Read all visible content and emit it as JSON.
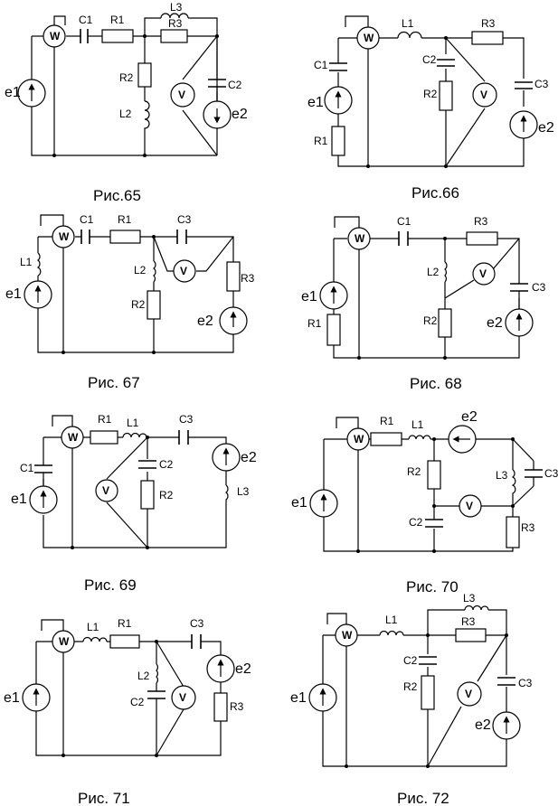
{
  "figures": [
    {
      "caption": "Рис.65",
      "labels": {
        "C1": "C1",
        "R1": "R1",
        "L3": "L3",
        "R3": "R3",
        "R2": "R2",
        "L2": "L2",
        "C2": "C2",
        "e1": "e1",
        "e2": "e2",
        "W": "W",
        "V": "V"
      }
    },
    {
      "caption": "Рис.66",
      "labels": {
        "C1": "C1",
        "L1": "L1",
        "R3": "R3",
        "C2": "C2",
        "R2": "R2",
        "C3": "C3",
        "R1": "R1",
        "e1": "e1",
        "e2": "e2",
        "W": "W",
        "V": "V"
      }
    },
    {
      "caption": "Рис. 67",
      "labels": {
        "C1": "C1",
        "R1": "R1",
        "C3": "C3",
        "L1": "L1",
        "L2": "L2",
        "R2": "R2",
        "R3": "R3",
        "e1": "e1",
        "e2": "e2",
        "W": "W",
        "V": "V"
      }
    },
    {
      "caption": "Рис. 68",
      "labels": {
        "C1": "C1",
        "R3": "R3",
        "L2": "L2",
        "R2": "R2",
        "C3": "C3",
        "R1": "R1",
        "e1": "e1",
        "e2": "e2",
        "W": "W",
        "V": "V"
      }
    },
    {
      "caption": "Рис. 69",
      "labels": {
        "R1": "R1",
        "L1": "L1",
        "C3": "C3",
        "C1": "C1",
        "C2": "C2",
        "R2": "R2",
        "L3": "L3",
        "e1": "e1",
        "e2": "e2",
        "W": "W",
        "V": "V"
      }
    },
    {
      "caption": "Рис. 70",
      "labels": {
        "R1": "R1",
        "L1": "L1",
        "e2": "e2",
        "R2": "R2",
        "L3": "L3",
        "C3": "C3",
        "C2": "C2",
        "R3": "R3",
        "e1": "e1",
        "W": "W",
        "V": "V"
      }
    },
    {
      "caption": "Рис. 71",
      "labels": {
        "L1": "L1",
        "R1": "R1",
        "C3": "C3",
        "L2": "L2",
        "C2": "C2",
        "R3": "R3",
        "e1": "e1",
        "e2": "e2",
        "W": "W",
        "V": "V"
      }
    },
    {
      "caption": "Рис. 72",
      "labels": {
        "L3": "L3",
        "L1": "L1",
        "R3": "R3",
        "C2": "C2",
        "R2": "R2",
        "C3": "C3",
        "e1": "e1",
        "e2": "e2",
        "W": "W",
        "V": "V"
      }
    }
  ]
}
